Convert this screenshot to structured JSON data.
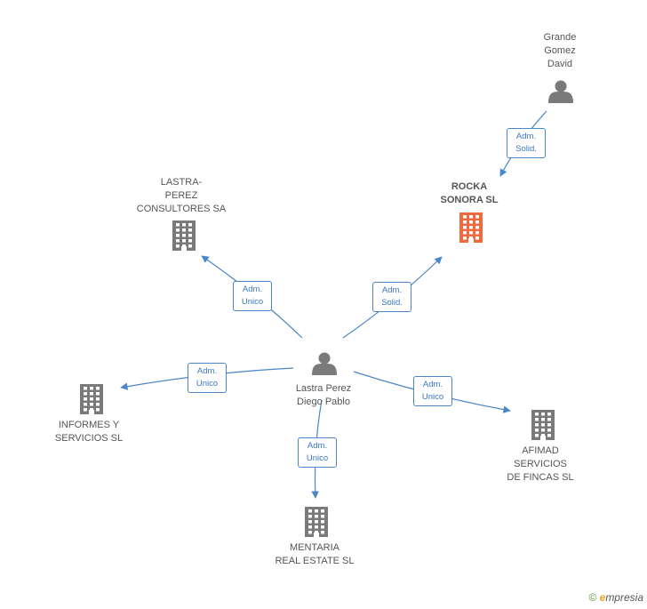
{
  "colors": {
    "edge": "#4a86c8",
    "node": "#7a7a7a",
    "highlight": "#f06a3e"
  },
  "nodes": [
    {
      "id": "lastra-perez-diego",
      "type": "person",
      "label": [
        "Lastra Perez",
        "Diego Pablo"
      ],
      "highlight": false
    },
    {
      "id": "grande-gomez-david",
      "type": "person",
      "label": [
        "Grande",
        "Gomez",
        "David"
      ],
      "highlight": false
    },
    {
      "id": "rocka-sonora",
      "type": "company",
      "label": [
        "ROCKA",
        "SONORA SL"
      ],
      "highlight": true
    },
    {
      "id": "lastra-perez-consultores",
      "type": "company",
      "label": [
        "LASTRA-",
        "PEREZ",
        "CONSULTORES SA"
      ],
      "highlight": false
    },
    {
      "id": "informes-servicios",
      "type": "company",
      "label": [
        "INFORMES Y",
        "SERVICIOS SL"
      ],
      "highlight": false
    },
    {
      "id": "mentaria-real-estate",
      "type": "company",
      "label": [
        "MENTARIA",
        "REAL ESTATE SL"
      ],
      "highlight": false
    },
    {
      "id": "afimad-servicios",
      "type": "company",
      "label": [
        "AFIMAD",
        "SERVICIOS",
        "DE FINCAS SL"
      ],
      "highlight": false
    }
  ],
  "edges": [
    {
      "from": "grande-gomez-david",
      "to": "rocka-sonora",
      "label": [
        "Adm.",
        "Solid."
      ]
    },
    {
      "from": "lastra-perez-diego",
      "to": "rocka-sonora",
      "label": [
        "Adm.",
        "Solid."
      ]
    },
    {
      "from": "lastra-perez-diego",
      "to": "lastra-perez-consultores",
      "label": [
        "Adm.",
        "Unico"
      ]
    },
    {
      "from": "lastra-perez-diego",
      "to": "informes-servicios",
      "label": [
        "Adm.",
        "Unico"
      ]
    },
    {
      "from": "lastra-perez-diego",
      "to": "mentaria-real-estate",
      "label": [
        "Adm.",
        "Unico"
      ]
    },
    {
      "from": "lastra-perez-diego",
      "to": "afimad-servicios",
      "label": [
        "Adm.",
        "Unico"
      ]
    }
  ],
  "footer": {
    "copyright": "©",
    "brand_initial": "e",
    "brand_rest": "mpresia"
  }
}
